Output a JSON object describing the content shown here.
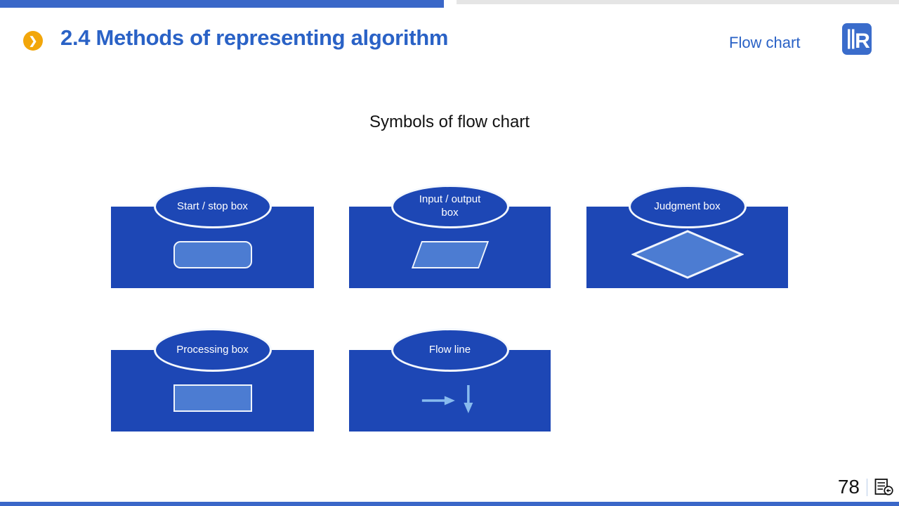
{
  "header": {
    "title": "2.4 Methods of representing algorithm",
    "corner_label": "Flow chart",
    "chevron_glyph": "❯"
  },
  "subtitle": "Symbols of flow chart",
  "symbols": [
    {
      "label": "Start / stop box",
      "shape": "rounded-rectangle"
    },
    {
      "label": "Input / output box",
      "shape": "parallelogram"
    },
    {
      "label": "Judgment box",
      "shape": "diamond"
    },
    {
      "label": "Processing box",
      "shape": "rectangle"
    },
    {
      "label": "Flow line",
      "shape": "arrows"
    }
  ],
  "footer": {
    "page_number": "78"
  },
  "colors": {
    "top_bar_blue": "#3A67C8",
    "top_bar_gray": "#E5E5E5",
    "panel_blue": "#1D47B5",
    "shape_fill_blue": "#4C7CD2",
    "shape_border": "#EFF4FC",
    "title_blue": "#2A62C6",
    "chevron_orange": "#F2A60A",
    "arrow_light_blue": "#88BBEE"
  }
}
